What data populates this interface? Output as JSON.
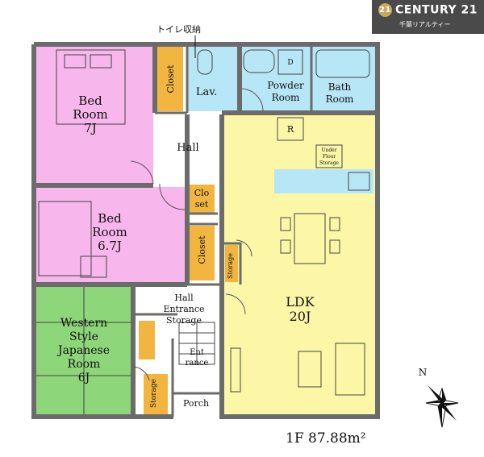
{
  "brand": {
    "badge": "21",
    "name": "CENTURY 21",
    "sub": "千葉リアルティー"
  },
  "callout": "トイレ収納",
  "rooms": {
    "bed1_line1": "Bed",
    "bed1_line2": "Room",
    "bed1_size": "7J",
    "closet1": "Closet",
    "lav": "Lav.",
    "powder_line1": "Powder",
    "powder_line2": "Room",
    "bath_line1": "Bath",
    "bath_line2": "Room",
    "hall": "Hall",
    "closet2_line1": "Clo",
    "closet2_line2": "set",
    "bed2_line1": "Bed",
    "bed2_line2": "Room",
    "bed2_size": "6.7J",
    "closet3": "Closet",
    "storage1": "Storage",
    "underfloor_line1": "Under",
    "underfloor_line2": "Floor",
    "underfloor_line3": "Storage",
    "refrig_mark": "R",
    "dryer_mark": "D",
    "ldk_line1": "LDK",
    "ldk_line2": "20J",
    "hall_ent_line1": "Hall",
    "hall_ent_line2": "Entrance",
    "hall_ent_line3": "Storage",
    "entrance_line1": "Ent",
    "entrance_line2": "rance",
    "storage2": "Storage",
    "porch": "Porch",
    "western_line1": "Western",
    "western_line2": "Style",
    "western_line3": "Japanese",
    "western_line4": "Room",
    "western_size": "6J"
  },
  "compass": "N",
  "floor_area": "1F 87.88m²",
  "colors": {
    "bedroom": "#f7b6ec",
    "japanese": "#8ed67a",
    "ldk": "#fbf7a6",
    "wet": "#b7e6f7",
    "closet": "#f2b640",
    "wall": "#6b6b6b",
    "brand_gold": "#c8a85a"
  }
}
